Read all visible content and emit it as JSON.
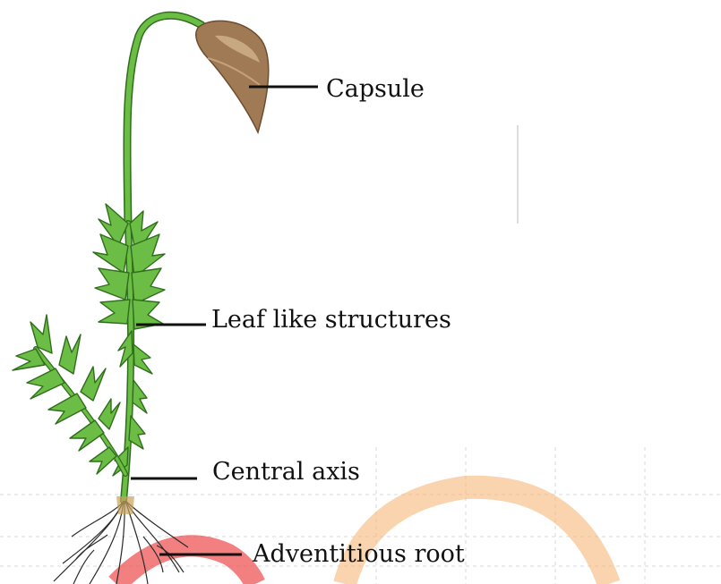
{
  "diagram": {
    "labels": {
      "capsule": "Capsule",
      "leaf_like_structures": "Leaf like structures",
      "central_axis": "Central axis",
      "adventitious_root": "Adventitious root"
    },
    "colors": {
      "stem": "#6cbd45",
      "stem_outline": "#2f6e1c",
      "capsule": "#a07a55",
      "capsule_highlight": "#d2b48c",
      "roots": "#2a2a2a",
      "background_arc_orange": "#f6b06c",
      "background_arc_red": "#ee4a4a",
      "grid": "#d8d8d8"
    }
  }
}
